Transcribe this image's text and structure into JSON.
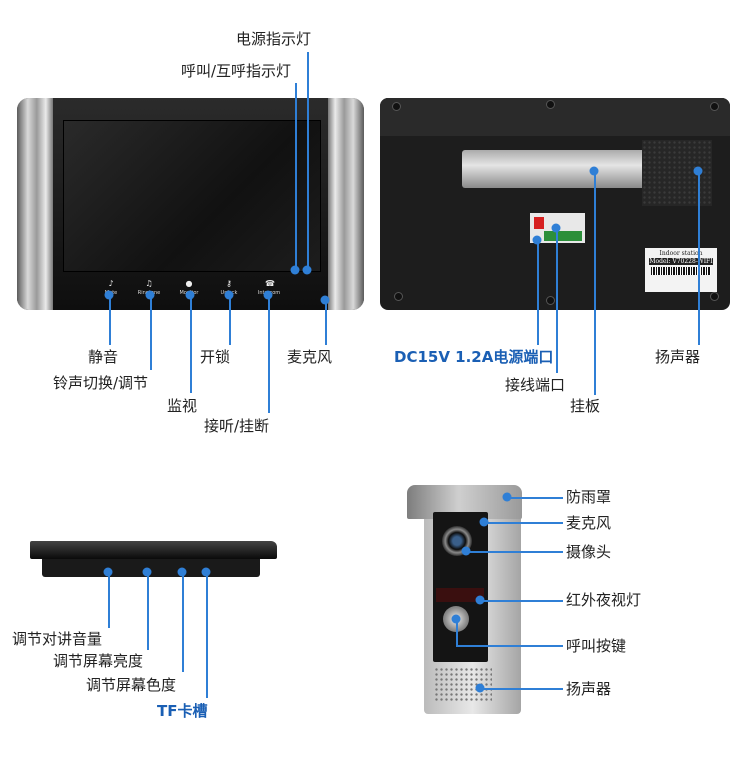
{
  "front": {
    "power_led": "电源指示灯",
    "call_led": "呼叫/互呼指示灯",
    "mute": "静音",
    "ringtone": "铃声切换/调节",
    "monitor": "监视",
    "unlock": "开锁",
    "answer": "接听/挂断",
    "mic": "麦克风",
    "keys": [
      "Mute",
      "Ringtone",
      "Monitor",
      "Unlock",
      "Intercom"
    ]
  },
  "back": {
    "dc_port": "DC15V 1.2A电源端口",
    "wiring_port": "接线端口",
    "mount_plate": "挂板",
    "speaker": "扬声器",
    "sticker_title": "Indoor station",
    "sticker_model": "Model: V70228-WIFI"
  },
  "side": {
    "intercom_volume": "调节对讲音量",
    "brightness": "调节屏幕亮度",
    "color": "调节屏幕色度",
    "tf_slot": "TF卡槽"
  },
  "door": {
    "rain_hood": "防雨罩",
    "mic": "麦克风",
    "camera": "摄像头",
    "ir_light": "红外夜视灯",
    "call_button": "呼叫按键",
    "speaker": "扬声器"
  },
  "colors": {
    "accent": "#2f7fd6",
    "label_blue": "#1a5fb4"
  }
}
